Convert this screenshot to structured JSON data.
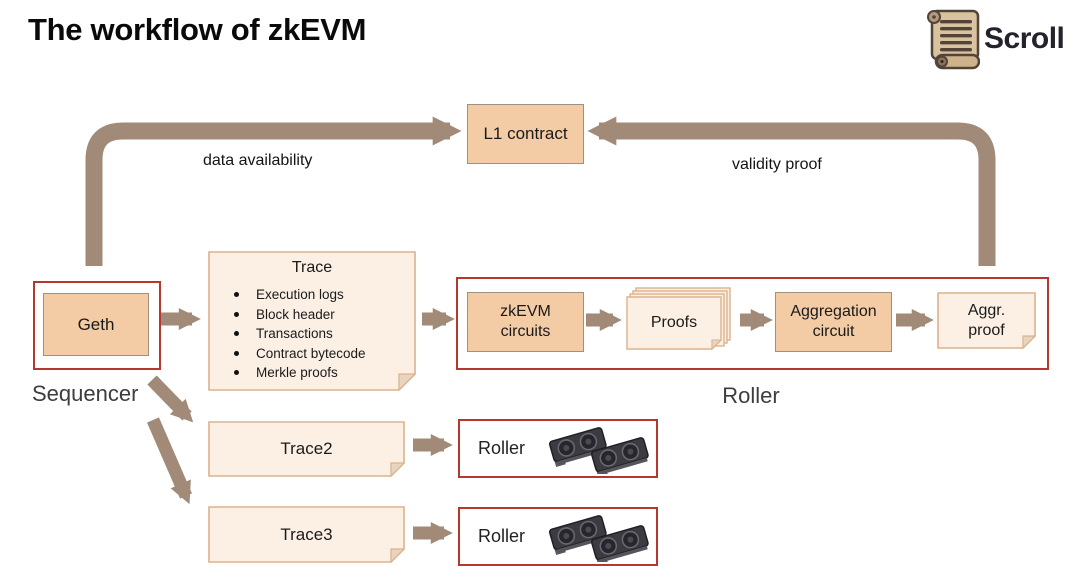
{
  "title": "The workflow of zkEVM",
  "brand": {
    "name": "Scroll",
    "icon": "scroll-parchment-icon"
  },
  "labels": {
    "data_availability": "data availability",
    "validity_proof": "validity proof",
    "sequencer": "Sequencer",
    "roller_section": "Roller"
  },
  "boxes": {
    "l1_contract": "L1 contract",
    "geth": "Geth",
    "trace": {
      "title": "Trace",
      "items": [
        "Execution logs",
        "Block header",
        "Transactions",
        "Contract bytecode",
        "Merkle proofs"
      ]
    },
    "zkevm_circuits": {
      "line1": "zkEVM",
      "line2": "circuits"
    },
    "proofs": "Proofs",
    "aggregation_circuit": {
      "line1": "Aggregation",
      "line2": "circuit"
    },
    "aggr_proof": {
      "line1": "Aggr.",
      "line2": "proof"
    },
    "trace2": "Trace2",
    "trace3": "Trace3",
    "roller_box1": "Roller",
    "roller_box2": "Roller"
  },
  "icons": {
    "brand": "scroll-parchment-icon",
    "roller1_gpu": "dual-gpu-graphics-cards-icon",
    "roller2_gpu": "dual-gpu-graphics-cards-icon"
  },
  "colors": {
    "arrow": "#a18a78",
    "peach_fill": "#f3cba5",
    "cream_fill": "#fcf0e5",
    "note_border": "#dcb28c",
    "fold_fill": "#e8d5bf",
    "red_border": "#b5382f",
    "label_gray": "#3d3d3d",
    "brand_text": "#23232e"
  }
}
